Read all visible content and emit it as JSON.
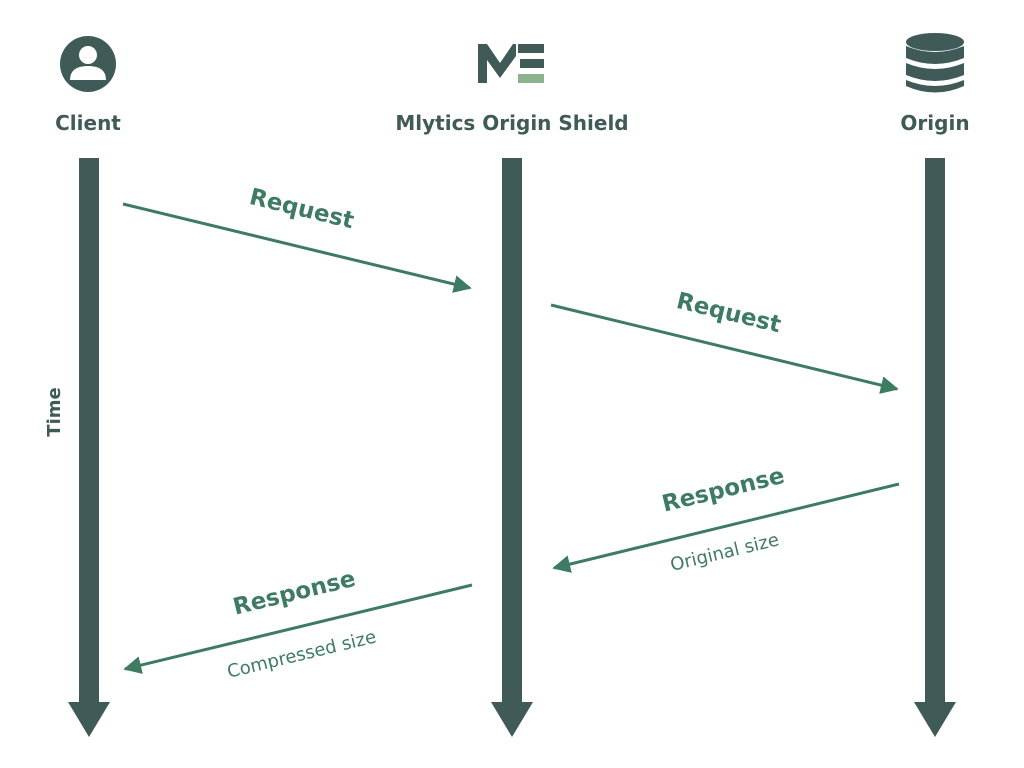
{
  "actors": {
    "client": {
      "label": "Client",
      "icon": "user-icon"
    },
    "shield": {
      "label": "Mlytics Origin Shield",
      "icon": "mlytics-logo-icon"
    },
    "origin": {
      "label": "Origin",
      "icon": "database-icon"
    }
  },
  "axis": {
    "time_label": "Time"
  },
  "messages": [
    {
      "label": "Request",
      "sublabel": "",
      "from": "Client",
      "to": "Mlytics Origin Shield"
    },
    {
      "label": "Request",
      "sublabel": "",
      "from": "Mlytics Origin Shield",
      "to": "Origin"
    },
    {
      "label": "Response",
      "sublabel": "Original size",
      "from": "Origin",
      "to": "Mlytics Origin Shield"
    },
    {
      "label": "Response",
      "sublabel": "Compressed size",
      "from": "Mlytics Origin Shield",
      "to": "Client"
    }
  ],
  "colors": {
    "lifeline": "#3f5a57",
    "arrow": "#3d7b62",
    "logo_accent": "#8db38e",
    "background": "#ffffff"
  }
}
